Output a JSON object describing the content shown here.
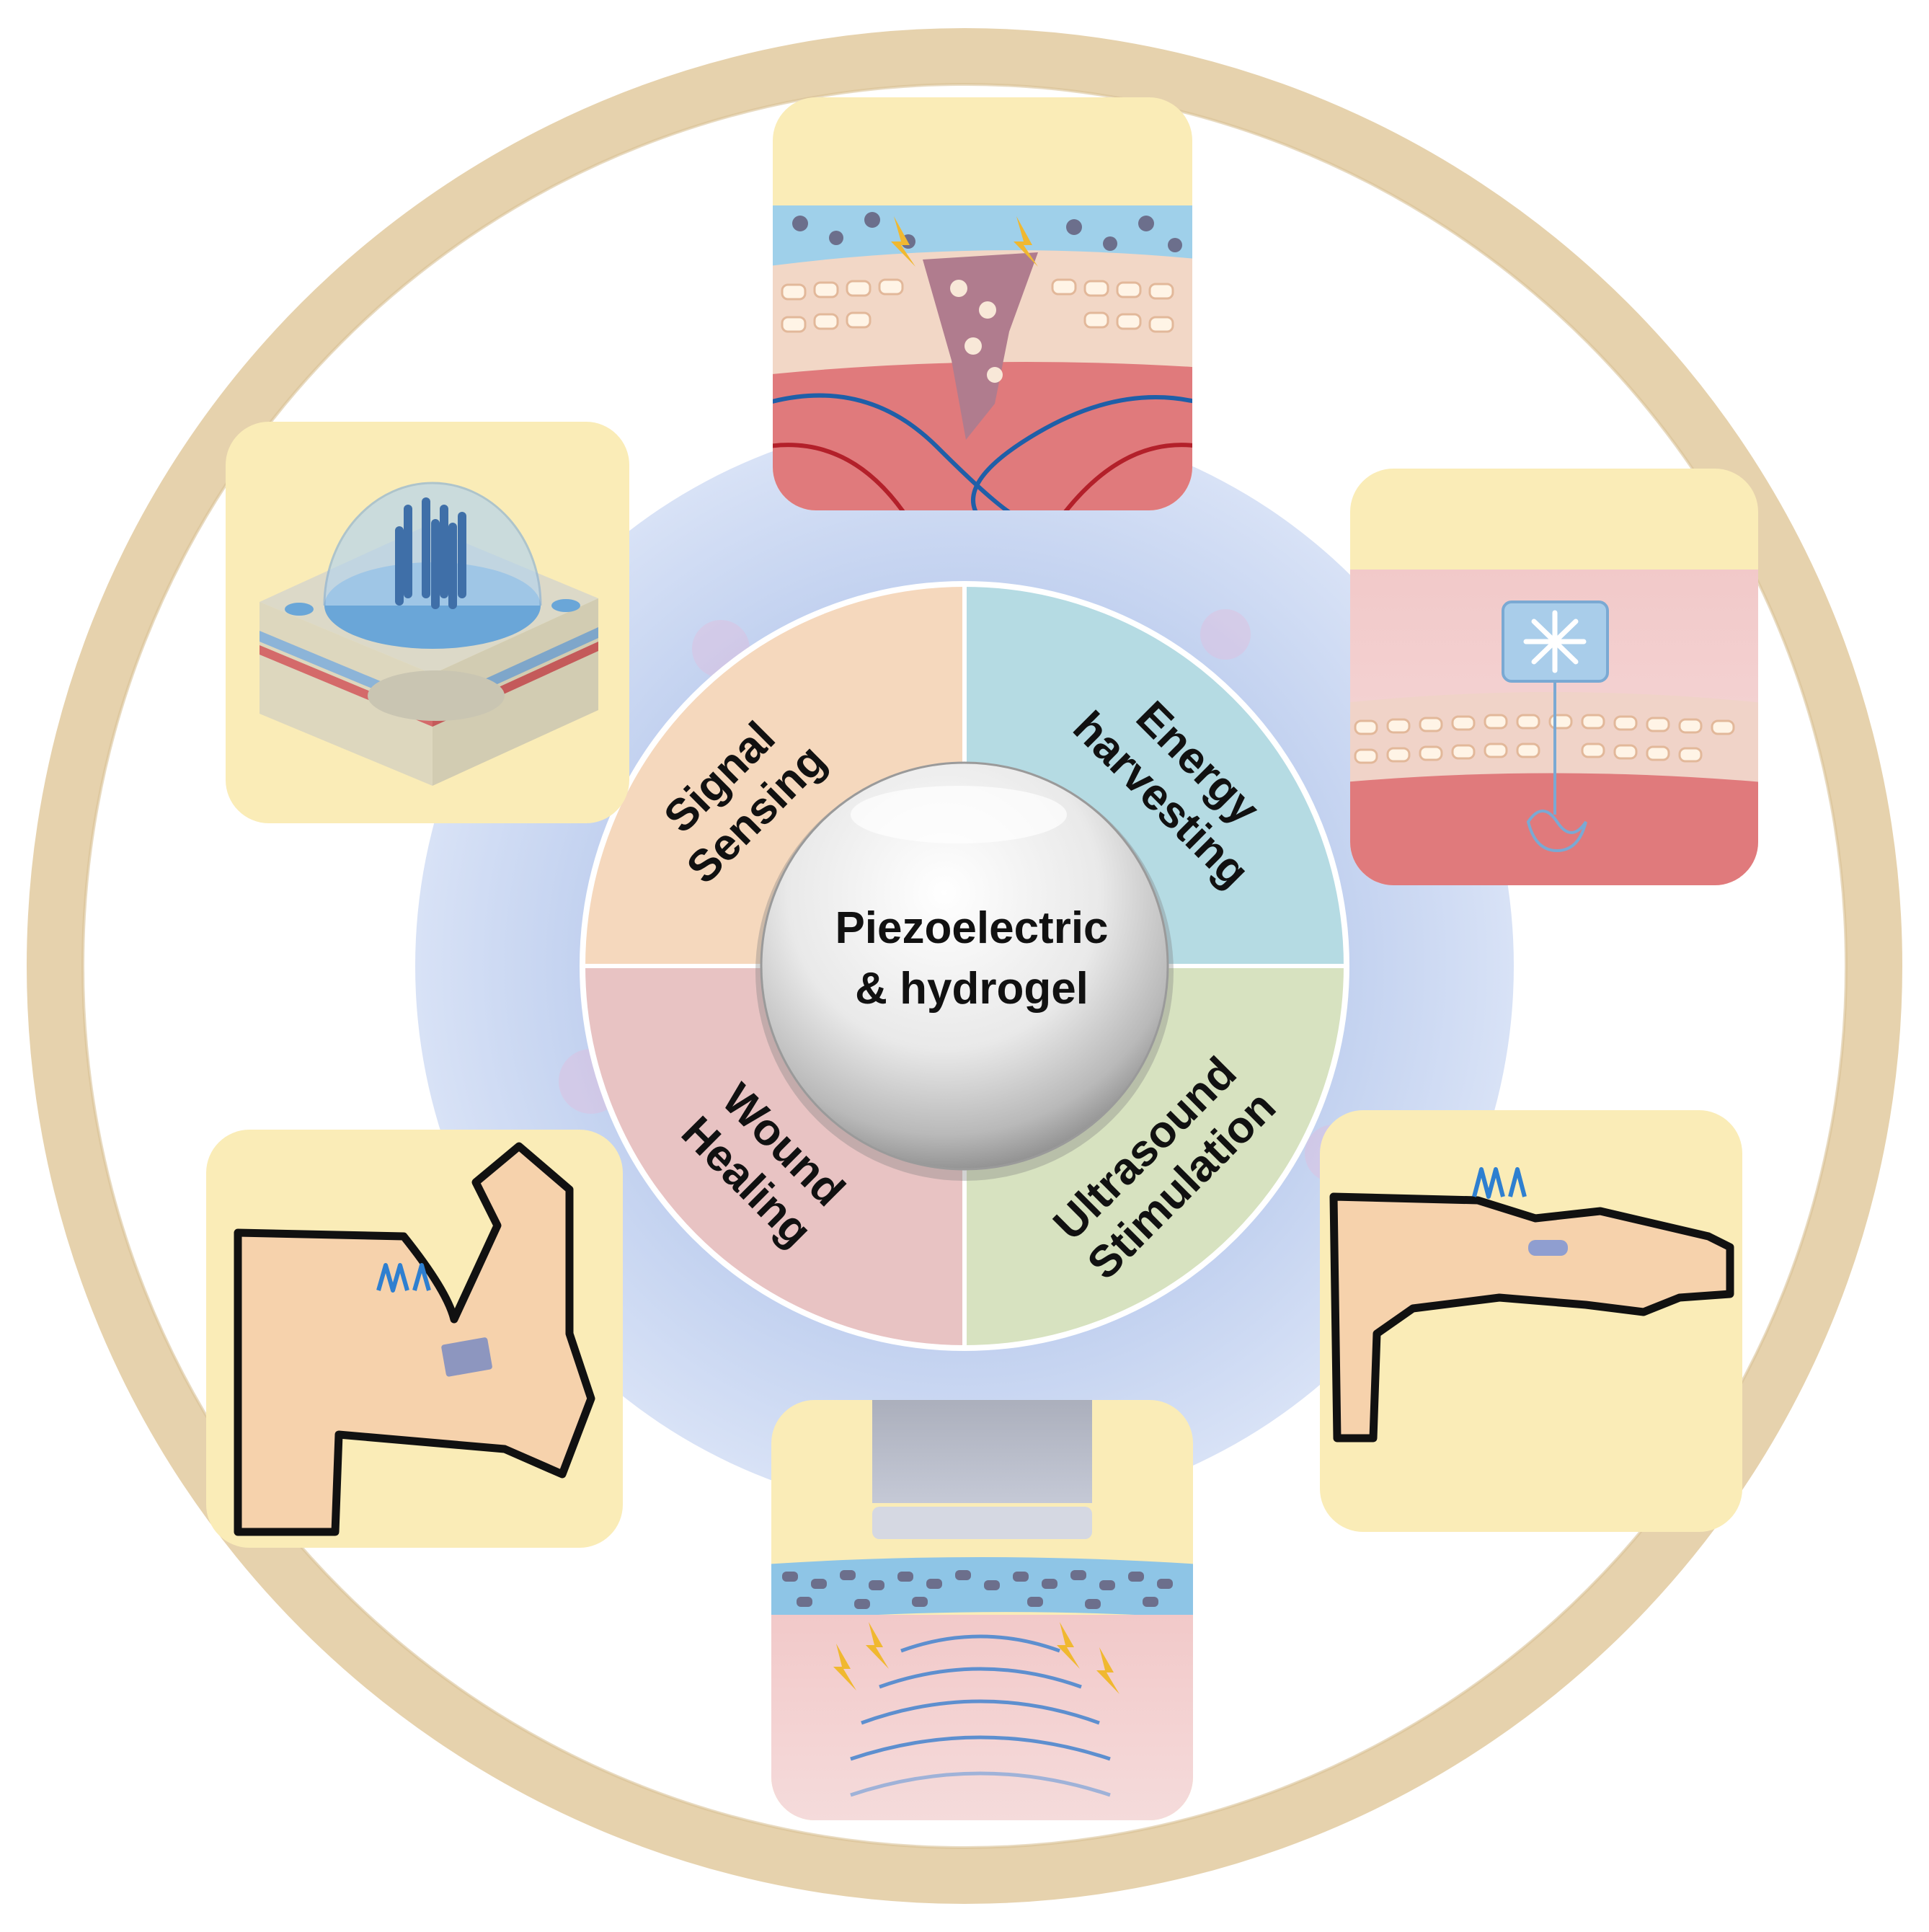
{
  "center": {
    "line1": "Piezoelectric",
    "line2": "& hydrogel"
  },
  "quadrants": {
    "signal_sensing": {
      "line1": "Signal",
      "line2": "Sensing",
      "color": "#f5d8bd"
    },
    "energy_harvesting": {
      "line1": "Energy",
      "line2": "harvesting",
      "color": "#b5dbe3"
    },
    "wound_healing": {
      "line1": "Wound",
      "line2": "Healing",
      "color": "#e8c3c3"
    },
    "ultrasound_stimulation": {
      "line1": "Ultrasound",
      "line2": "Stimulation",
      "color": "#d7e2c0"
    }
  },
  "colors": {
    "outer_ring": "#e6d2ad",
    "panel_bg": "#faecb7",
    "skin": "#f6d2ac",
    "tissue_red": "#e07a7c",
    "gel_blue": "#8ec5e6",
    "device_blue": "#4f88c6",
    "halo": "#b9c8ea"
  },
  "panels": {
    "top": {
      "icon": "wound-tissue-icon"
    },
    "upper_left": {
      "icon": "piezo-device-icon"
    },
    "upper_right": {
      "icon": "implant-tissue-icon"
    },
    "lower_left": {
      "icon": "flexed-arm-icon"
    },
    "lower_right": {
      "icon": "outstretched-arm-icon"
    },
    "bottom": {
      "icon": "ultrasound-probe-icon"
    }
  }
}
